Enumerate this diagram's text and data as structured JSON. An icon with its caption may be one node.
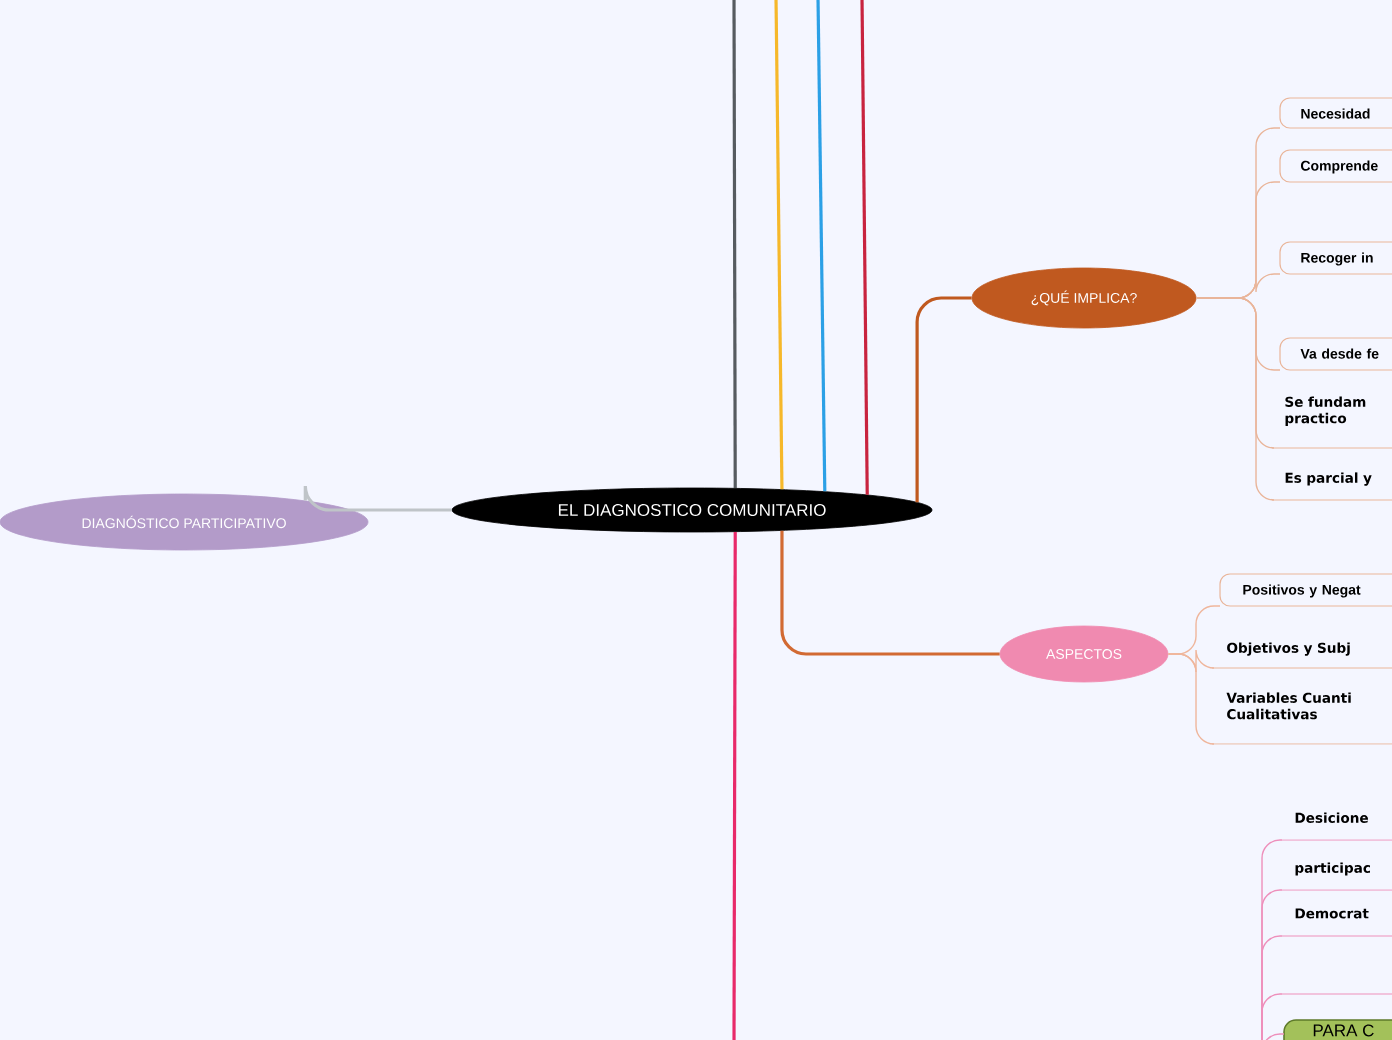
{
  "diagram": {
    "nodes": [
      {
        "text": [
          "DIAGNÓSTICO PARTICIPATIVO"
        ]
      },
      {
        "text": [
          "EL DIAGNOSTICO COMUNITARIO"
        ]
      },
      {
        "text": [
          "¿QUÉ IMPLICA?"
        ]
      },
      {
        "text": [
          "Necesidad"
        ]
      },
      {
        "text": [
          "Comprende"
        ]
      },
      {
        "text": [
          "Recoger in"
        ]
      },
      {
        "text": [
          "Va desde fe"
        ]
      },
      {
        "text": [
          "Se fundam practico"
        ]
      },
      {
        "text": [
          "Es parcial y"
        ]
      },
      {
        "text": [
          "ASPECTOS"
        ]
      },
      {
        "text": [
          "Positivos y Negat"
        ]
      },
      {
        "text": [
          "Objetivos y Subj"
        ]
      },
      {
        "text": [
          "Variables Cuanti Cualitativas"
        ]
      },
      {
        "text": [
          "Desicione"
        ]
      },
      {
        "text": [
          "participac"
        ]
      },
      {
        "text": [
          "Democrat"
        ]
      },
      {
        "text": [],
        "shape": "box"
      },
      {
        "text": [
          "PARA C"
        ]
      }
    ],
    "edges": [
      {
        "from": 0,
        "to": 1,
        "arrow": "none",
        "color": "#bfc4c8"
      },
      {
        "from": 1,
        "to": null,
        "arrow": "none",
        "color": "#565b60"
      },
      {
        "from": 1,
        "to": null,
        "arrow": "none",
        "color": "#f6b82a"
      },
      {
        "from": 1,
        "to": null,
        "arrow": "none",
        "color": "#2ba0e6"
      },
      {
        "from": 1,
        "to": null,
        "arrow": "none",
        "color": "#c8233f"
      },
      {
        "from": 1,
        "to": 2,
        "arrow": "none",
        "color": "#c0591f"
      },
      {
        "from": 1,
        "to": null,
        "arrow": "none",
        "color": "#e8296a"
      },
      {
        "from": 1,
        "to": 9,
        "arrow": "none",
        "color": "#d26a33"
      },
      {
        "from": 2,
        "to": 3,
        "arrow": "none",
        "color": "#e9b59a"
      },
      {
        "from": 2,
        "to": 4,
        "arrow": "none",
        "color": "#e9b59a"
      },
      {
        "from": 2,
        "to": 5,
        "arrow": "none",
        "color": "#e9b59a"
      },
      {
        "from": 2,
        "to": 6,
        "arrow": "none",
        "color": "#e9b59a"
      },
      {
        "from": 2,
        "to": 7,
        "arrow": "none",
        "color": "#e9b59a"
      },
      {
        "from": 2,
        "to": 8,
        "arrow": "none",
        "color": "#e9b59a"
      },
      {
        "from": 9,
        "to": 10,
        "arrow": "none",
        "color": "#efb69c"
      },
      {
        "from": 9,
        "to": 11,
        "arrow": "none",
        "color": "#efb69c"
      },
      {
        "from": 9,
        "to": 12,
        "arrow": "none",
        "color": "#efb69c"
      },
      {
        "from": null,
        "to": 13,
        "arrow": "none",
        "color": "#ee8fbb"
      },
      {
        "from": null,
        "to": 14,
        "arrow": "none",
        "color": "#ee8fbb"
      },
      {
        "from": null,
        "to": 15,
        "arrow": "none",
        "color": "#ee8fbb"
      },
      {
        "from": null,
        "to": 16,
        "arrow": "none",
        "color": "#ee8fbb"
      },
      {
        "from": null,
        "to": 17,
        "arrow": "none",
        "color": "#ee8fbb"
      }
    ]
  }
}
